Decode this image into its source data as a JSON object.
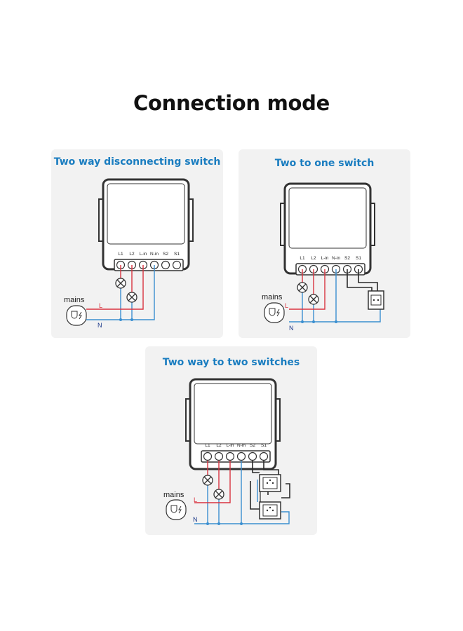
{
  "page": {
    "title": "Connection mode"
  },
  "colors": {
    "accent": "#1a7dc0",
    "live_wire": "#d9333f",
    "neutral_wire": "#3a8fd0",
    "switch_wire": "#2a2a2a",
    "panel_bg": "#f2f2f2"
  },
  "terminal_labels": [
    "L1",
    "L2",
    "L-in",
    "N-in",
    "S2",
    "S1"
  ],
  "mains": {
    "label": "mains",
    "live": "L",
    "neutral": "N",
    "icon": "plug-icon"
  },
  "panels": [
    {
      "title": "Two way disconnecting switch"
    },
    {
      "title": "Two to one switch"
    },
    {
      "title": "Two way to two switches"
    }
  ]
}
